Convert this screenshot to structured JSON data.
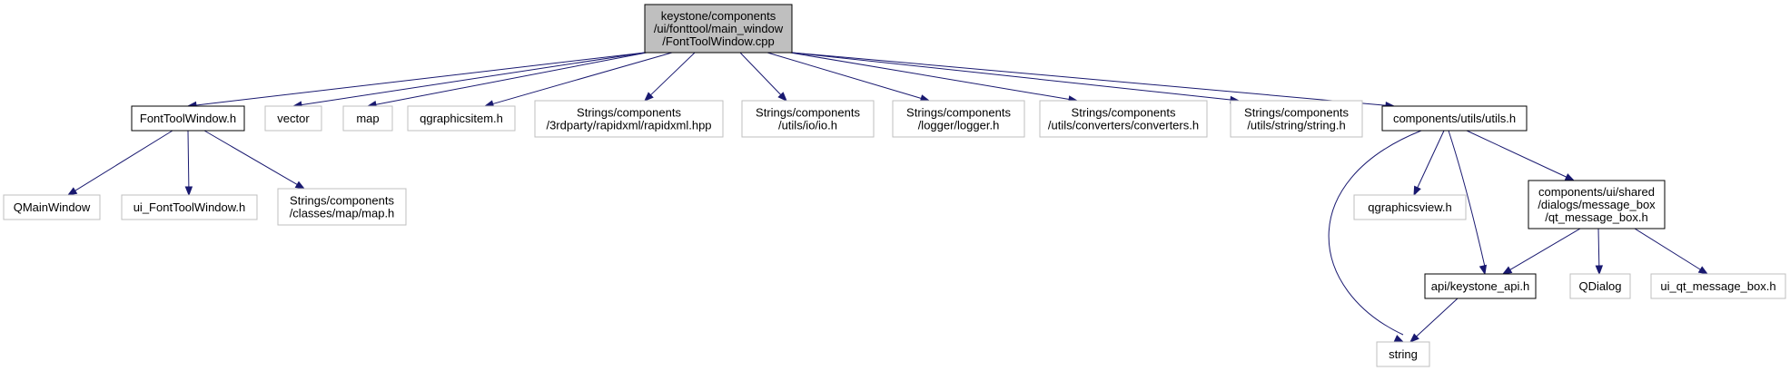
{
  "graph": {
    "nodes": [
      {
        "id": "root",
        "kind": "root",
        "lines": [
          "keystone/components",
          "/ui/fonttool/main_window",
          "/FontToolWindow.cpp"
        ]
      },
      {
        "id": "fonttoolwindow_h",
        "kind": "local",
        "lines": [
          "FontToolWindow.h"
        ]
      },
      {
        "id": "vector",
        "kind": "external",
        "lines": [
          "vector"
        ]
      },
      {
        "id": "map",
        "kind": "external",
        "lines": [
          "map"
        ]
      },
      {
        "id": "qgraphicsitem_h",
        "kind": "external",
        "lines": [
          "qgraphicsitem.h"
        ]
      },
      {
        "id": "rapidxml_hpp",
        "kind": "external",
        "lines": [
          "Strings/components",
          "/3rdparty/rapidxml/rapidxml.hpp"
        ]
      },
      {
        "id": "io_h",
        "kind": "external",
        "lines": [
          "Strings/components",
          "/utils/io/io.h"
        ]
      },
      {
        "id": "logger_h",
        "kind": "external",
        "lines": [
          "Strings/components",
          "/logger/logger.h"
        ]
      },
      {
        "id": "converters_h",
        "kind": "external",
        "lines": [
          "Strings/components",
          "/utils/converters/converters.h"
        ]
      },
      {
        "id": "string_h",
        "kind": "external",
        "lines": [
          "Strings/components",
          "/utils/string/string.h"
        ]
      },
      {
        "id": "utils_h",
        "kind": "local",
        "lines": [
          "components/utils/utils.h"
        ]
      },
      {
        "id": "qmainwindow",
        "kind": "external",
        "lines": [
          "QMainWindow"
        ]
      },
      {
        "id": "ui_fonttoolwindow_h",
        "kind": "external",
        "lines": [
          "ui_FontToolWindow.h"
        ]
      },
      {
        "id": "map_h",
        "kind": "external",
        "lines": [
          "Strings/components",
          "/classes/map/map.h"
        ]
      },
      {
        "id": "qgraphicsview_h",
        "kind": "external",
        "lines": [
          "qgraphicsview.h"
        ]
      },
      {
        "id": "qt_message_box_h",
        "kind": "local",
        "lines": [
          "components/ui/shared",
          "/dialogs/message_box",
          "/qt_message_box.h"
        ]
      },
      {
        "id": "keystone_api_h",
        "kind": "local",
        "lines": [
          "api/keystone_api.h"
        ]
      },
      {
        "id": "qdialog",
        "kind": "external",
        "lines": [
          "QDialog"
        ]
      },
      {
        "id": "ui_qt_message_box_h",
        "kind": "external",
        "lines": [
          "ui_qt_message_box.h"
        ]
      },
      {
        "id": "string",
        "kind": "external",
        "lines": [
          "string"
        ]
      }
    ],
    "edges": [
      {
        "from": "root",
        "to": "fonttoolwindow_h"
      },
      {
        "from": "root",
        "to": "vector"
      },
      {
        "from": "root",
        "to": "map"
      },
      {
        "from": "root",
        "to": "qgraphicsitem_h"
      },
      {
        "from": "root",
        "to": "rapidxml_hpp"
      },
      {
        "from": "root",
        "to": "io_h"
      },
      {
        "from": "root",
        "to": "logger_h"
      },
      {
        "from": "root",
        "to": "converters_h"
      },
      {
        "from": "root",
        "to": "string_h"
      },
      {
        "from": "root",
        "to": "utils_h"
      },
      {
        "from": "fonttoolwindow_h",
        "to": "qmainwindow"
      },
      {
        "from": "fonttoolwindow_h",
        "to": "ui_fonttoolwindow_h"
      },
      {
        "from": "fonttoolwindow_h",
        "to": "map_h"
      },
      {
        "from": "utils_h",
        "to": "string"
      },
      {
        "from": "utils_h",
        "to": "qgraphicsview_h"
      },
      {
        "from": "utils_h",
        "to": "keystone_api_h"
      },
      {
        "from": "utils_h",
        "to": "qt_message_box_h"
      },
      {
        "from": "qt_message_box_h",
        "to": "keystone_api_h"
      },
      {
        "from": "qt_message_box_h",
        "to": "qdialog"
      },
      {
        "from": "qt_message_box_h",
        "to": "ui_qt_message_box_h"
      },
      {
        "from": "keystone_api_h",
        "to": "string"
      }
    ]
  },
  "colors": {
    "root_fill": "#bfbfbf",
    "local_border": "#000000",
    "external_border": "#bfbfbf",
    "edge": "#191970"
  }
}
